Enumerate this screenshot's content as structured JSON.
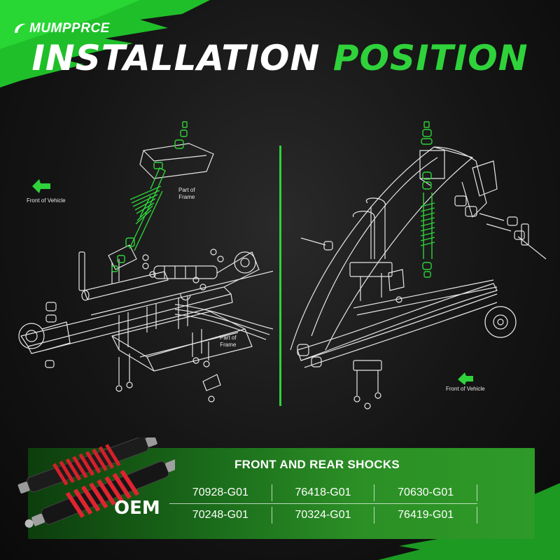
{
  "brand": {
    "name": "MUMPPRCE"
  },
  "headline": {
    "word1": "INSTALLATION",
    "word2": "POSITION"
  },
  "left_diagram": {
    "label_frame_top": "Part of\nFrame",
    "label_frame_bottom": "Part of\nFrame",
    "label_front": "Front of Vehicle"
  },
  "right_diagram": {
    "label_front": "Front of Vehicle"
  },
  "panel": {
    "title": "FRONT AND REAR SHOCKS",
    "oem_label": "OEM",
    "rows": [
      [
        "70928-G01",
        "76418-G01",
        "70630-G01"
      ],
      [
        "70248-G01",
        "70324-G01",
        "76419-G01"
      ]
    ]
  },
  "colors": {
    "accent_green": "#2fd23b",
    "shock_spring_red": "#d4202a",
    "panel_green": "#2b8f25"
  }
}
